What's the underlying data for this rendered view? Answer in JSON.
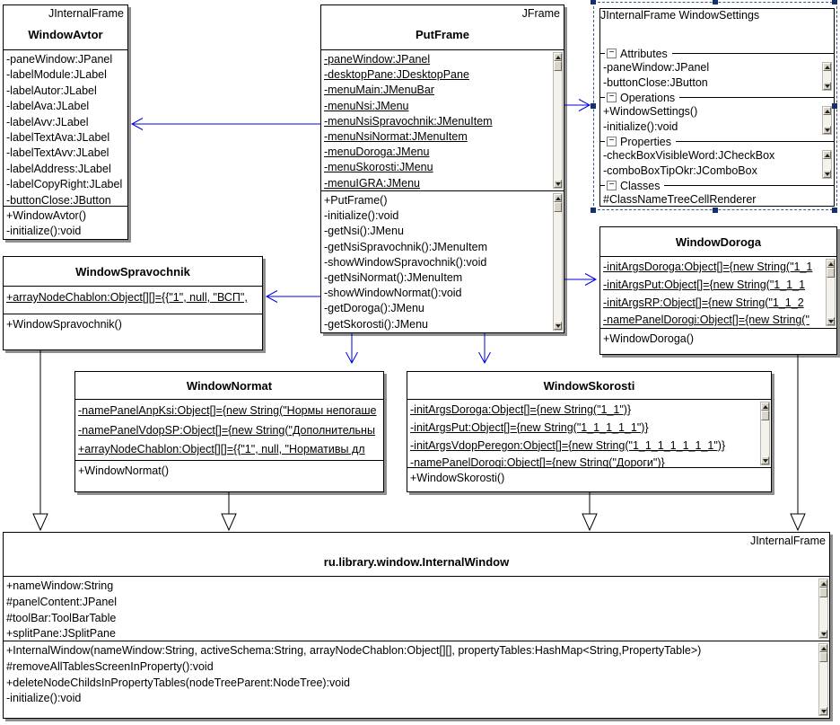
{
  "icons": {
    "collapse_glyph": "−",
    "scroll-up-icon": "css-triangle-up",
    "scroll-down-icon": "css-triangle-down"
  },
  "colors": {
    "connector_blue": "#0000d8",
    "generalization_black": "#000000",
    "selection_navy": "#14306e",
    "shadow_gray": "#8f8f8f"
  },
  "classes": {
    "avtor": {
      "stereotype": "JInternalFrame",
      "name": "WindowAvtor",
      "attributes": [
        "-paneWindow:JPanel",
        "-labelModule:JLabel",
        "-labelAutor:JLabel",
        "-labelAva:JLabel",
        "-labelAvv:JLabel",
        "-labelTextAva:JLabel",
        "-labelTextAvv:JLabel",
        "-labelAddress:JLabel",
        "-labelCopyRight:JLabel",
        "-buttonClose:JButton"
      ],
      "methods": [
        "+WindowAvtor()",
        "-initialize():void"
      ]
    },
    "putframe": {
      "stereotype": "JFrame",
      "name": "PutFrame",
      "attributes": [
        "-paneWindow:JPanel",
        "-desktopPane:JDesktopPane",
        "-menuMain:JMenuBar",
        "-menuNsi:JMenu",
        "-menuNsiSpravochnik:JMenuItem",
        "-menuNsiNormat:JMenuItem",
        "-menuDoroga:JMenu",
        "-menuSkorosti:JMenu",
        "-menuIGRA:JMenu"
      ],
      "methods": [
        "+PutFrame()",
        "-initialize():void",
        "-getNsi():JMenu",
        "-getNsiSpravochnik():JMenuItem",
        "-showWindowSpravochnik():void",
        "-getNsiNormat():JMenuItem",
        "-showWindowNormat():void",
        "-getDoroga():JMenu",
        "-getSkorosti():JMenu"
      ]
    },
    "settings": {
      "stereotype": "JInternalFrame",
      "name": "WindowSettings",
      "sections": [
        {
          "label": "Attributes",
          "items": [
            "-paneWindow:JPanel",
            "-buttonClose:JButton"
          ]
        },
        {
          "label": "Operations",
          "items": [
            "+WindowSettings()",
            "-initialize():void"
          ]
        },
        {
          "label": "Properties",
          "items": [
            "-checkBoxVisibleWord:JCheckBox",
            "-comboBoxTipOkr:JComboBox"
          ]
        },
        {
          "label": "Classes",
          "items": [
            "#ClassNameTreeCellRenderer"
          ]
        }
      ]
    },
    "doroga": {
      "name": "WindowDoroga",
      "attributes": [
        "-initArgsDoroga:Object[]={new String(\"1_1",
        "-initArgsPut:Object[]={new String(\"1_1_1",
        "-initArgsRP:Object[]={new String(\"1_1_2",
        "-namePanelDorogi:Object[]={new String(\""
      ],
      "methods": [
        "+WindowDoroga()"
      ]
    },
    "spravochnik": {
      "name": "WindowSpravochnik",
      "attributes": [
        "+arrayNodeChablon:Object[][]={{\"1\", null, \"ВСП\","
      ],
      "methods": [
        "+WindowSpravochnik()"
      ]
    },
    "normat": {
      "name": "WindowNormat",
      "attributes": [
        "-namePanelAnpKsi:Object[]={new String(\"Нормы непогаше",
        "-namePanelVdopSP:Object[]={new String(\"Дополнительны",
        "+arrayNodeChablon:Object[][]={{\"1\", null, \"Нормативы дл"
      ],
      "methods": [
        "+WindowNormat()"
      ]
    },
    "skorosti": {
      "name": "WindowSkorosti",
      "attributes": [
        "-initArgsDoroga:Object[]={new String(\"1_1\")}",
        "-initArgsPut:Object[]={new String(\"1_1_1_1_1\")}",
        "-initArgsVdopPeregon:Object[]={new String(\"1_1_1_1_1_1_1\")}",
        "-namePanelDorogi:Object[]={new String(\"Дороги\")}"
      ],
      "methods": [
        "+WindowSkorosti()"
      ]
    },
    "internal": {
      "stereotype": "JInternalFrame",
      "name": "ru.library.window.InternalWindow",
      "attributes": [
        "+nameWindow:String",
        "#panelContent:JPanel",
        "#toolBar:ToolBarTable",
        "+splitPane:JSplitPane"
      ],
      "methods": [
        "+InternalWindow(nameWindow:String, activeSchema:String, arrayNodeChablon:Object[][], propertyTables:HashMap<String,PropertyTable>)",
        "#removeAllTablesScreenInProperty():void",
        "+deleteNodeChildsInPropertyTables(nodeTreeParent:NodeTree):void",
        "-initialize():void"
      ]
    }
  },
  "relationships": [
    {
      "from": "PutFrame",
      "to": "WindowAvtor",
      "type": "association"
    },
    {
      "from": "PutFrame",
      "to": "WindowSpravochnik",
      "type": "association"
    },
    {
      "from": "PutFrame",
      "to": "WindowSettings",
      "type": "association"
    },
    {
      "from": "PutFrame",
      "to": "WindowDoroga",
      "type": "association"
    },
    {
      "from": "PutFrame",
      "to": "WindowNormat",
      "type": "association"
    },
    {
      "from": "PutFrame",
      "to": "WindowSkorosti",
      "type": "association"
    },
    {
      "from": "WindowSpravochnik",
      "to": "ru.library.window.InternalWindow",
      "type": "generalization"
    },
    {
      "from": "WindowNormat",
      "to": "ru.library.window.InternalWindow",
      "type": "generalization"
    },
    {
      "from": "WindowSkorosti",
      "to": "ru.library.window.InternalWindow",
      "type": "generalization"
    },
    {
      "from": "WindowDoroga",
      "to": "ru.library.window.InternalWindow",
      "type": "generalization"
    }
  ]
}
